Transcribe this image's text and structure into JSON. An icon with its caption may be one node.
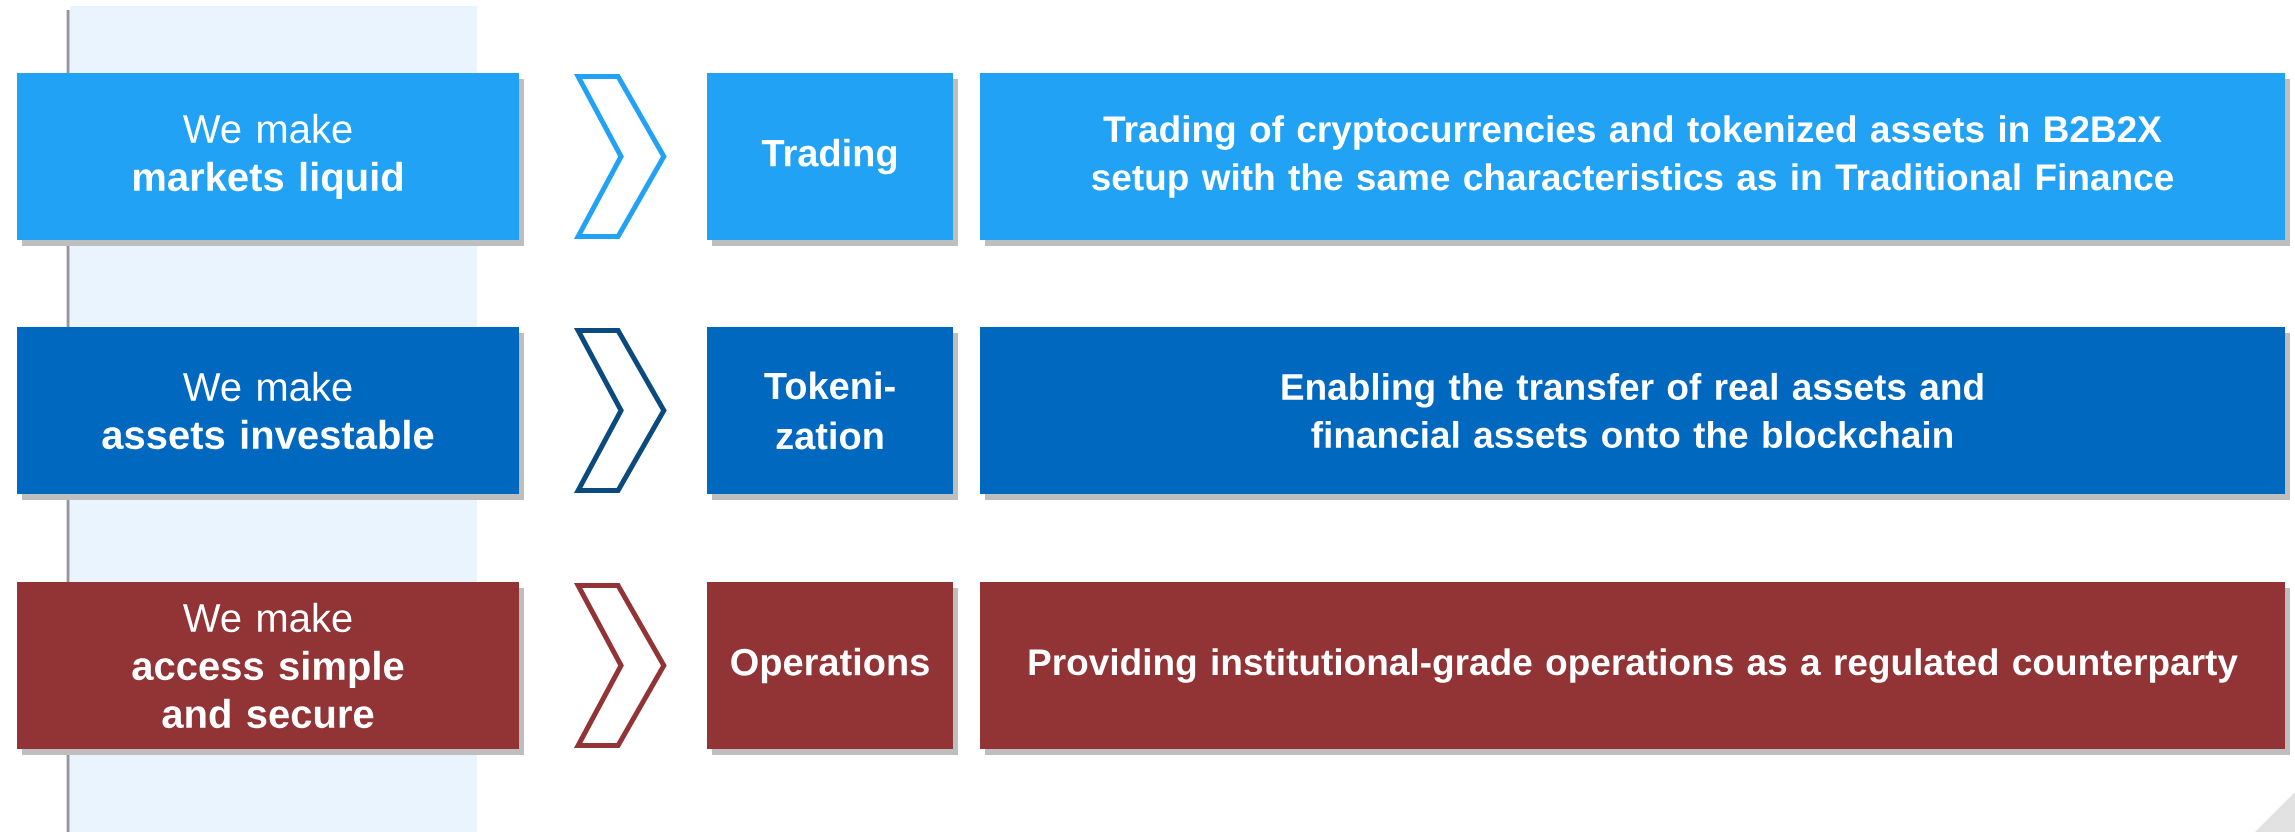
{
  "diagram": {
    "nodes": [
      {
        "text": [
          "We make",
          "markets liquid"
        ]
      },
      {
        "text": [
          "Trading"
        ]
      },
      {
        "text": [
          "Trading of cryptocurrencies and tokenized assets in B2B2X setup with the same characteristics as in Traditional Finance"
        ]
      },
      {
        "text": [
          "We make",
          "assets investable"
        ]
      },
      {
        "text": [
          "Tokeni-zation"
        ]
      },
      {
        "text": [
          "Enabling the transfer of real assets and financial assets onto the blockchain"
        ]
      },
      {
        "text": [
          "We make",
          "access simple and secure"
        ]
      },
      {
        "text": [
          "Operations"
        ]
      },
      {
        "text": [
          "Providing institutional-grade operations as a regulated counterparty"
        ]
      }
    ],
    "edges": [
      {
        "from": 0,
        "to": 1,
        "arrow": "to",
        "color": "#22a2f5"
      },
      {
        "from": 3,
        "to": 4,
        "arrow": "to",
        "color": "#0b4a7f"
      },
      {
        "from": 6,
        "to": 7,
        "arrow": "to",
        "color": "#923336"
      }
    ]
  }
}
